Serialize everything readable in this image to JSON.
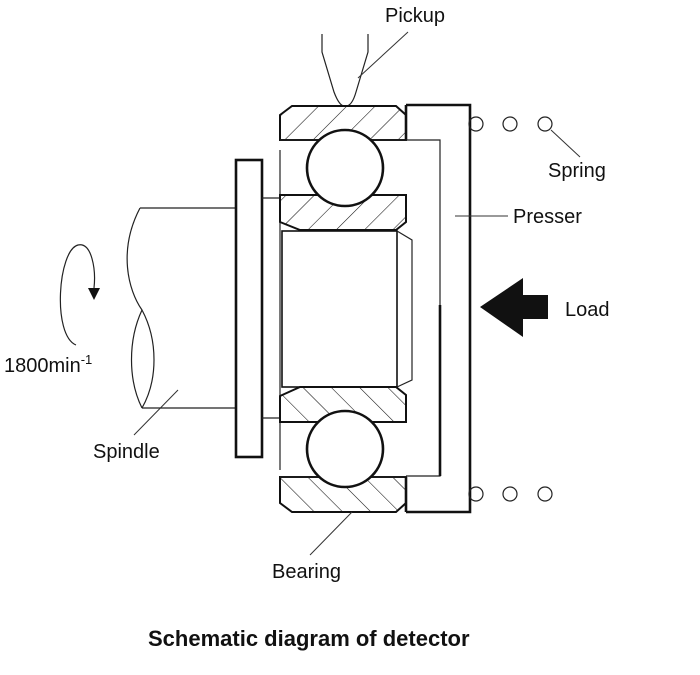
{
  "diagram": {
    "caption": "Schematic diagram of detector",
    "labels": {
      "pickup": "Pickup",
      "spring": "Spring",
      "presser": "Presser",
      "load": "Load",
      "speed_value": "1800min",
      "speed_exponent": "-1",
      "spindle": "Spindle",
      "bearing": "Bearing"
    },
    "components": [
      "Pickup",
      "Spring",
      "Presser",
      "Load",
      "Spindle",
      "Bearing"
    ],
    "rotation_speed": "1800 min^-1",
    "icons": {
      "rotation": "rotation-arrow-icon",
      "load": "load-arrow-icon",
      "spring": "spring-coil-icon"
    }
  }
}
